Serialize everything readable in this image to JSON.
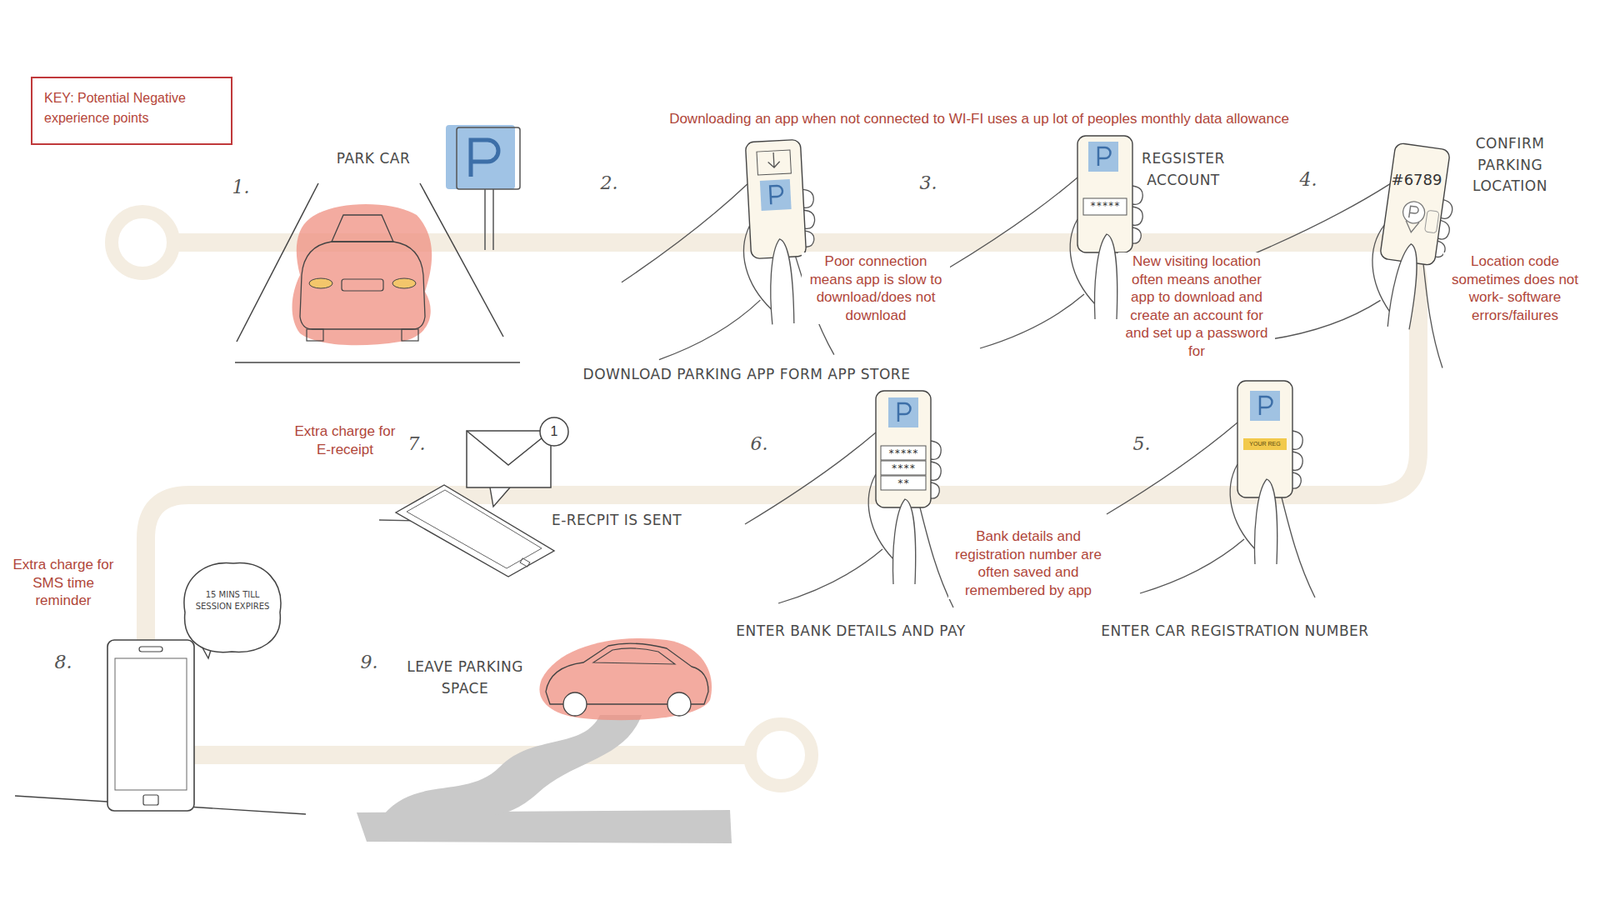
{
  "diagram": {
    "nodes": [
      {
        "text": [
          "KEY: Potential Negative experience points"
        ]
      }
    ],
    "labels": [
      "1.",
      "PARK CAR",
      "2.",
      "Downloading an app when not connected to WI-FI uses a up lot of peoples monthly data allowance",
      "DOWNLOAD PARKING APP FORM APP STORE",
      "Poor connection means app is slow to download/does not download",
      "3.",
      "*****",
      "REGSISTER ACCOUNT",
      "New visiting location often means another app to download and create an account for and set up a password for",
      "4.",
      "#6789",
      "CONFIRM PARKING LOCATION",
      "Location code sometimes does not work- software errors/failures",
      "5.",
      "YOUR REG",
      "ENTER CAR REGISTRATION NUMBER",
      "6.",
      "*****",
      "****",
      "**",
      "ENTER BANK DETAILS AND PAY",
      "Bank details and registration number are often saved and remembered by app",
      "7.",
      "Extra charge for E-receipt",
      "1",
      "E-RECPIT IS SENT",
      "8.",
      "Extra charge for SMS time reminder",
      "15 MINS TILL SESSION EXPIRES",
      "9.",
      "LEAVE PARKING SPACE"
    ]
  }
}
